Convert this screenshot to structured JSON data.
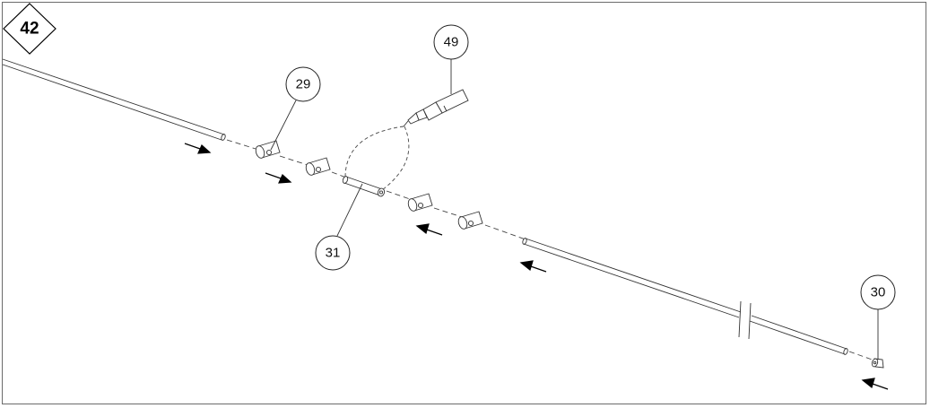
{
  "diagram": {
    "step_number": "42",
    "callouts": {
      "tube_49": "49",
      "connector_29": "29",
      "tube_31": "31",
      "end_cap_30": "30"
    }
  }
}
